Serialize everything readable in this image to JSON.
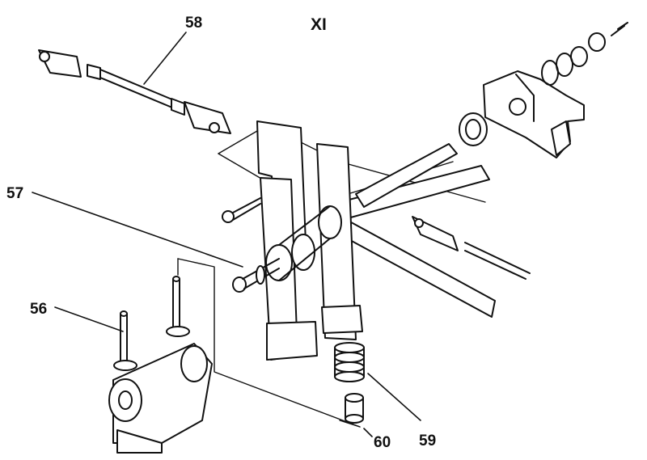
{
  "figure": {
    "title": "XI",
    "callouts": [
      {
        "id": "58",
        "text": "58"
      },
      {
        "id": "57",
        "text": "57"
      },
      {
        "id": "56",
        "text": "56"
      },
      {
        "id": "60",
        "text": "60"
      },
      {
        "id": "59",
        "text": "59"
      }
    ]
  },
  "style": {
    "ink": "#111111",
    "paper": "#ffffff"
  }
}
